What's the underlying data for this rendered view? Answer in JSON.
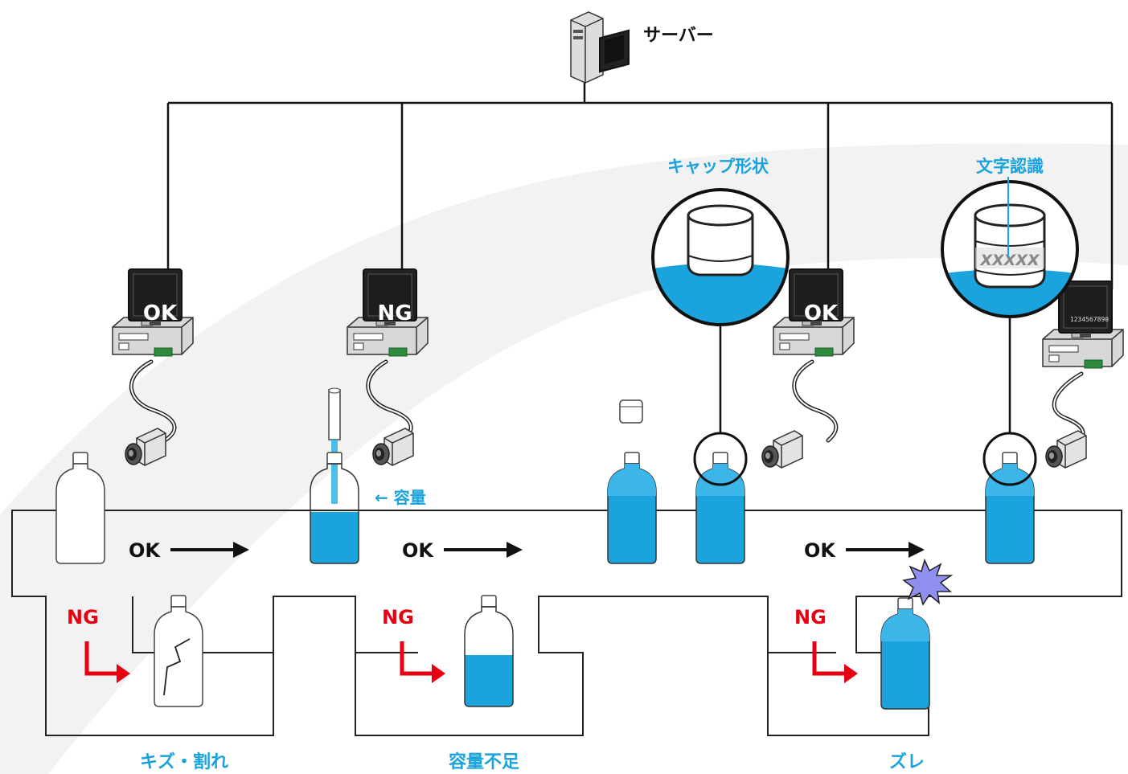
{
  "server": {
    "label": "サーバー"
  },
  "callouts": {
    "cap_shape": "キャップ形状",
    "char_recognition": "文字認識",
    "char_sample": "XXXXX",
    "volume": "← 容量"
  },
  "monitors": {
    "station1": "OK",
    "station2": "NG",
    "station3": "OK",
    "station4": "1234567890"
  },
  "flow": {
    "ok_label_1": "OK",
    "ok_label_2": "OK",
    "ok_label_3": "OK",
    "ng_label_1": "NG",
    "ng_label_2": "NG",
    "ng_label_3": "NG"
  },
  "rejects": {
    "reject_1": "キズ・割れ",
    "reject_2": "容量不足",
    "reject_3": "ズレ"
  },
  "colors": {
    "water": "#1aa3dc",
    "ng_red": "#e60012",
    "line": "#111111",
    "starburst": "#8f8ff0"
  }
}
